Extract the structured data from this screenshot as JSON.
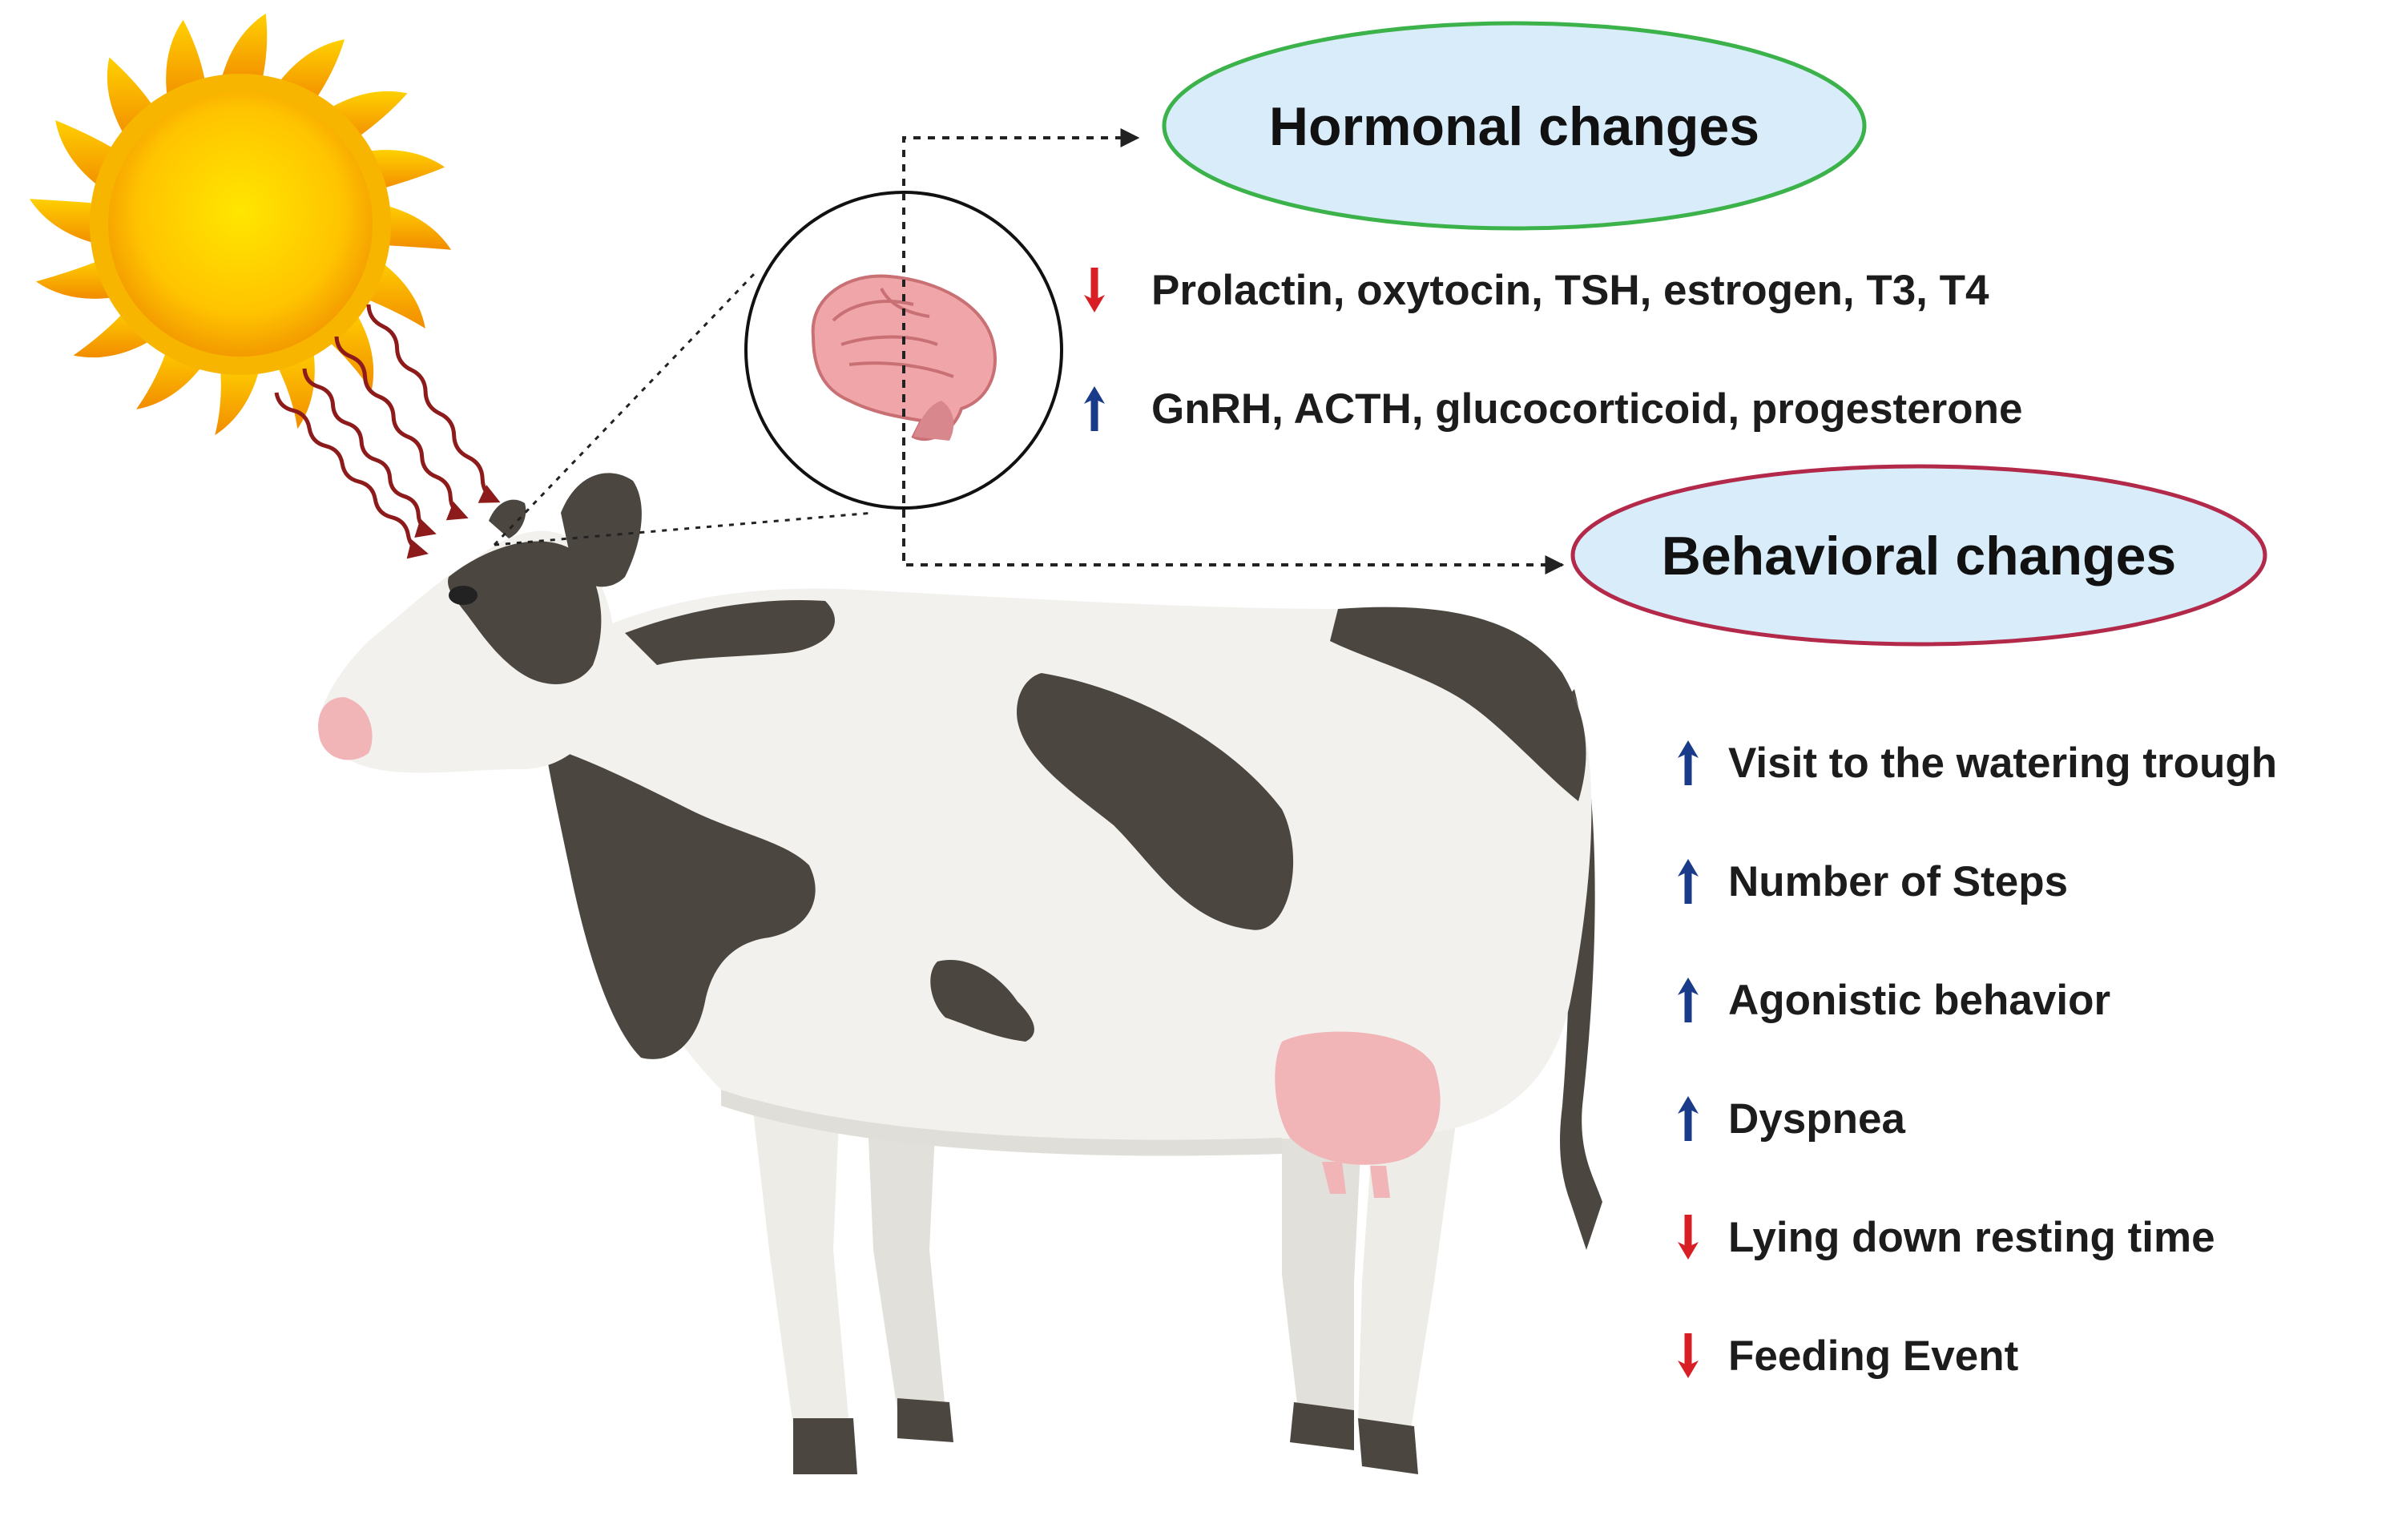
{
  "hormonal": {
    "title": "Hormonal changes",
    "items": [
      {
        "direction": "down",
        "text": "Prolactin, oxytocin, TSH, estrogen, T3, T4"
      },
      {
        "direction": "up",
        "text": "GnRH, ACTH, glucocorticoid, progesterone"
      }
    ]
  },
  "behavioral": {
    "title": "Behavioral changes",
    "items": [
      {
        "direction": "up",
        "text": "Visit to the watering trough"
      },
      {
        "direction": "up",
        "text": "Number of Steps"
      },
      {
        "direction": "up",
        "text": "Agonistic behavior"
      },
      {
        "direction": "up",
        "text": "Dyspnea"
      },
      {
        "direction": "down",
        "text": "Lying down resting time"
      },
      {
        "direction": "down",
        "text": "Feeding Event"
      }
    ]
  },
  "colors": {
    "increase_arrow": "#1a3a8a",
    "decrease_arrow": "#d81f26",
    "hormonal_ellipse_border": "#3bb24a",
    "behavioral_ellipse_border": "#b3294a",
    "ellipse_fill": "#d8ecfa",
    "heat_ray": "#8e1b1b"
  }
}
